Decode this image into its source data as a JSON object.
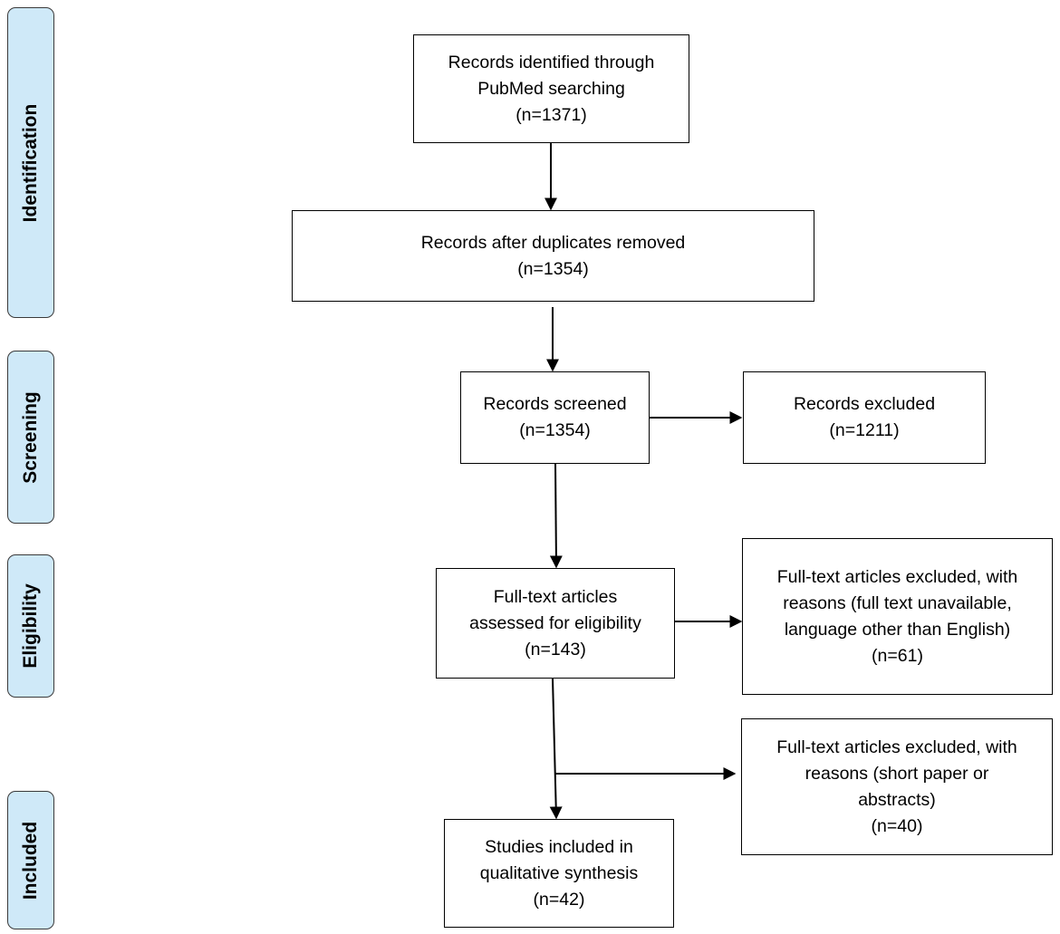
{
  "stages": {
    "identification": "Identification",
    "screening": "Screening",
    "eligibility": "Eligibility",
    "included": "Included"
  },
  "boxes": {
    "identified": {
      "lines": [
        "Records identified through",
        "PubMed searching",
        "(n=1371)"
      ]
    },
    "after_duplicates": {
      "lines": [
        "Records after duplicates removed",
        "(n=1354)"
      ]
    },
    "screened": {
      "lines": [
        "Records screened",
        "(n=1354)"
      ]
    },
    "excluded": {
      "lines": [
        "Records excluded",
        "(n=1211)"
      ]
    },
    "full_text_assessed": {
      "lines": [
        "Full-text articles",
        "assessed for eligibility",
        "(n=143)"
      ]
    },
    "full_text_excluded_1": {
      "lines": [
        "Full-text articles excluded, with",
        "reasons (full text unavailable,",
        "language other than English)",
        "(n=61)"
      ]
    },
    "full_text_excluded_2": {
      "lines": [
        "Full-text articles excluded, with",
        "reasons (short paper or",
        "abstracts)",
        "(n=40)"
      ]
    },
    "included_studies": {
      "lines": [
        "Studies included in",
        "qualitative synthesis",
        "(n=42)"
      ]
    }
  }
}
